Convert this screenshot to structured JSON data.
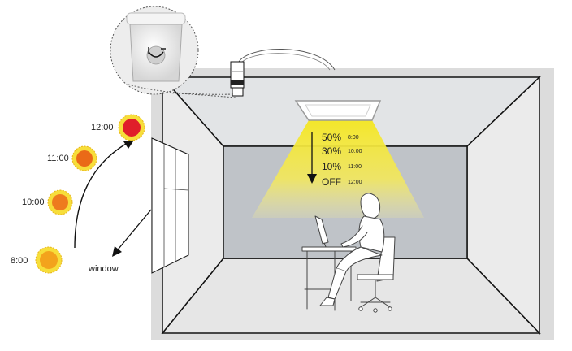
{
  "sun_labels": {
    "t1200": "12:00",
    "t1100": "11:00",
    "t1000": "10:00",
    "t0800": "8:00"
  },
  "window_label": "window",
  "dimming": {
    "levels": [
      {
        "level": "50%",
        "time": "8:00"
      },
      {
        "level": "30%",
        "time": "10:00"
      },
      {
        "level": "10%",
        "time": "11:00"
      },
      {
        "level": "OFF",
        "time": "12:00"
      }
    ]
  },
  "colors": {
    "room_frame": "#dcdcdc",
    "back_wall": "#bfc3c8",
    "ceiling": "#e2e4e6",
    "light_beam": "#f5e83a",
    "sun_halo": "#f7de3a",
    "sun_1200": "#e01e2a",
    "sun_1100": "#ea6a17",
    "sun_1000": "#ee7b1e",
    "sun_0800": "#f3a31c"
  },
  "icons": {
    "sensor": "daylight-sensor-icon",
    "person": "person-at-desk-icon"
  }
}
